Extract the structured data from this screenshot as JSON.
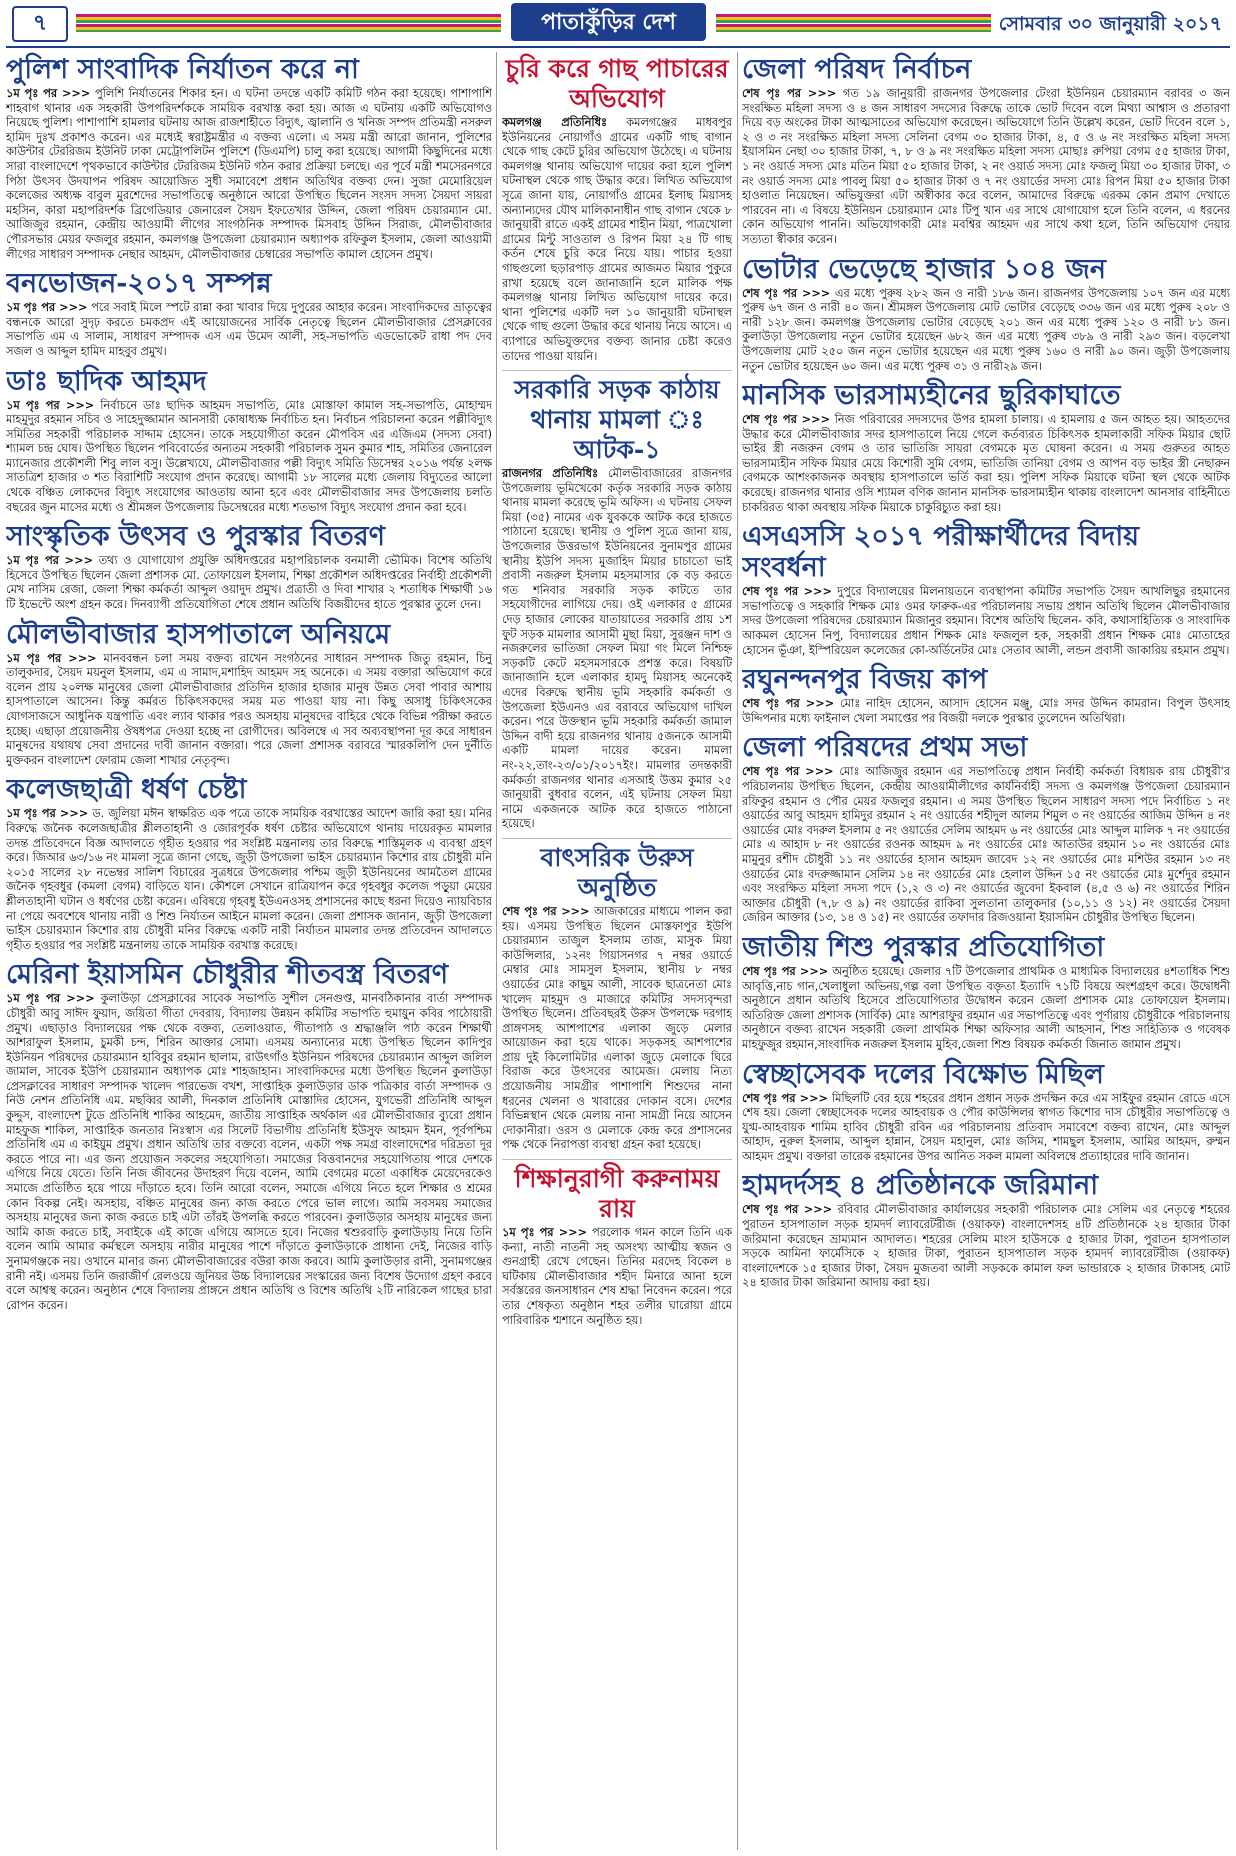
{
  "header": {
    "page_number": "৭",
    "masthead": "পাতাকুঁড়ির দেশ",
    "date": "সোমবার ৩০ জানুয়ারী ২০১৭"
  },
  "col_a": [
    {
      "title": "পুলিশ সাংবাদিক নির্যাতন করে না",
      "lead": "১ম পৃঃ পর >>>",
      "body": "পুলিশি নির্যাতনের শিকার হন। এ ঘটনা তদন্তে একটি কমিটি গঠন করা হয়েছে। পাশাপাশি শাহবাগ থানার এক সহকারী উপপরিদর্শককে সাময়িক বরখাস্ত করা হয়। আজ এ ঘটনায় একটি অভিযোগও নিয়েছে পুলিশ। পাশাপাশি হামলার ঘটনায় আজ রাজশাহীতে বিদ্যুৎ, জ্বালানি ও খনিজ সম্পদ প্রতিমন্ত্রী নসরুল হামিদ দুঃখ প্রকাশও করেন। এর মধ্যেই স্বরাষ্ট্রমন্ত্রীর এ বক্তব্য এলো। এ সময় মন্ত্রী আরো জানান, পুলিশের কাউন্টার টেররিজম ইউনিট ঢাকা মেট্রোপলিটন পুলিশে (ডিএমপি) চালু করা হয়েছে। আগামী কিছুদিনের মধ্যে সারা বাংলাদেশে পৃথকভাবে কাউন্টার টেররিজম ইউনিট গঠন করার প্রক্রিয়া চলছে। এর পূর্বে মন্ত্রী শমসেরনগরে পিঠা উৎসব উদযাপন পরিষদ আয়োজিত সুধী সমাবেশে প্রধান অতিথির বক্তব্য দেন। সুজা মেমোরিয়েল কলেজের অধ্যক্ষ বাবুল মুরশেদের সভাপতিত্বে অনুষ্ঠানে আরো উপস্থিত ছিলেন সংসদ সদস্য সৈয়দা সায়রা মহসিন, কারা মহাপরিদর্শক ব্রিগেডিয়ার জেনারেল সৈয়দ ইফতেখার উদ্দিন, জেলা পরিষদ চেয়ারম্যান মো. আজিজুর রহমান, কেন্দ্রীয় আওয়ামী লীগের সাংগঠনিক সম্পাদক মিসবাহ উদ্দিন সিরাজ, মৌলভীবাজার পৌরসভার মেয়র ফজলুর রহমান, কমলগঞ্জ উপজেলা চেয়ারম্যান অধ্যাপক রফিকুল ইসলাম, জেলা আওয়ামী লীগের সাধারণ সম্পাদক নেছার আহমদ, মৌলভীবাজার চেম্বারের সভাপতি কামাল হোসেন প্রমুখ।"
    },
    {
      "title": "বনভোজন-২০১৭ সম্পন্ন",
      "lead": "১ম পৃঃ পর >>>",
      "body": "পরে সবাই মিলে স্পটে রান্না করা খাবার দিয়ে দুপুরের আহার করেন। সাংবাদিকদের ভ্রাতৃত্বের বন্ধনকে আরো সুদৃঢ় করতে চমকপ্রদ এই আয়োজনের সার্বিক নেতৃত্বে ছিলেন মৌলভীবাজার প্রেসক্লাবের সভাপতি এম এ সালাম, সাধারণ সম্পাদক এস এম উমেদ আলী, সহ-সভাপতি এডভোকেট রাধা পদ দেব সজল ও আব্দুল হামিদ মাহবুব প্রমুখ।"
    },
    {
      "title": "ডাঃ ছাদিক আহমদ",
      "lead": "১ম পৃঃ পর >>>",
      "body": "নির্বাচনে ডাঃ ছাদিক আহমদ সভাপতি, মোঃ মোস্তাফা কামাল সহ-সভাপতি, মোহাম্মদ মাহমুদুর রহমান সচিব ও সাহেদুজ্জামান আনসারী কোষাধ্যক্ষ নির্বাচিত হন। নির্বাচন পরিচালনা করেন পল্লীবিদ্যুৎ সমিতির সহকারী পরিচালক সাদ্দাম হোসেন। তাকে সহযোগীতা করেন মৌপবিস এর এজিএম (সদস্য সেবা) শ্যামল চন্দ্র ঘোষ। উপস্থিত ছিলেন পবিবোর্ডের অন্যতম সহকারী পরিচালক সুমন কুমার শাহ, সমিতির জেনারেল ম্যানেজার প্রকৌশলী শিবু লাল বসু। উল্লেখ্যযে, মৌলভীবাজার পল্লী বিদ্যুৎ সমিতি ডিসেম্বর ২০১৬ পর্যন্ত ২লক্ষ সাতত্রিশ হাজার ৩ শত বিরাশিটি সংযোগ প্রদান করেছে। আগামী ১৮ সালের মধ্যে জেলায় বিদ্যুতের আলো থেকে বঞ্চিত লোকদের বিদ্যুৎ সংযোগের আওতায় আনা হবে এবং মৌলভীবাজার সদর উপজেলায় চলতি বছরের জুন মাসের মধ্যে ও শ্রীমঙ্গল উপজেলায় ডিসেম্বরের মধ্যে শতভাগ বিদ্যুৎ সংযোগ প্রদান করা হবে।"
    },
    {
      "title": "সাংস্কৃতিক উৎসব ও পুরস্কার বিতরণ",
      "lead": "১ম পৃঃ পর >>>",
      "body": "তথ্য ও যোগাযোগ প্রযুক্তি অধিদপ্তরের মহাপরিচালক বনমালী ভৌমিক। বিশেষ অতিথি হিসেবে উপস্থিত ছিলেন জেলা প্রশাসক মো. তোফায়েল ইসলাম, শিক্ষা প্রকৌশল অধিদপ্তরের নির্বাহী প্রকৌশলী মেখ নাসিম রেজা, জেলা শিক্ষা কর্মকর্তা আব্দুল ওয়াদুদ প্রমুখ। প্রত্রাতী ও দিবা শাখার ২ শতাধিক শিক্ষার্থী ১৬ টি ইভেন্টে অংশ গ্রহন করে। দিনব্যাপী প্রতিযোগিতা শেষে প্রধান অতিথি বিজয়ীদের হাতে পুরস্কার তুলে দেন।"
    },
    {
      "title": "মৌলভীবাজার হাসপাতালে অনিয়মে",
      "lead": "১ম পৃঃ পর >>>",
      "body": "মানববন্ধন চলা সময় বক্তব্য রাখেন সংগঠনের সাধারন সম্পাদক জিতু রহমান, চিনু তালুকদার, সৈয়দ ময়নুল ইসলাম, এম এ সামাদ,মশাহিদ আহমদ সহ অনেকে। এ সময় বক্তারা অভিযোগ করে বলেন প্রায় ২০লক্ষ মানুষের জেলা মৌলভীবাজার প্রতিদিন হাজার হাজার মানুষ উন্নত সেবা পাবার আশায় হাসপাতালে আসেন। কিন্তু কর্মরত চিকিৎসকদের সময় মত পাওয়া যায় না। কিছু অসাধু চিকিৎসকের যোগসাজসে আধুনিক যন্ত্রপাতি এবং ল্যাব থাকার পরও অসহায় মানুষদের বাহিরে থেকে বিভিন্ন পরীক্ষা করতে হচ্ছে। এছাড়া প্রয়োজনীয় ঔষধপত্র দেওয়া হচ্ছে না রোগীদের। অবিলম্বে এ সব অব্যবস্থাপনা দূর করে সাধারন মানুষদের যথাযথ সেবা প্রদানের দাবী জানান বক্তারা। পরে জেলা প্রশাসক বরাবরে স্মারকলিপি দেন দুর্নীতি মুক্তকরন বাংলাদেশ ফোরাম জেলা শাখার নেতৃবৃন্দ।"
    },
    {
      "title": "কলেজছাত্রী ধর্ষণ চেষ্টা",
      "lead": "১ম পৃঃ পর >>>",
      "body": "ড. জুলিয়া মঈন স্বাক্ষরিত এক পত্রে তাকে সাময়িক বরখাস্তের আদেশ জারি করা হয়। মনির বিরুদ্ধে জনৈক কলেজছাত্রীর শ্লীলতাহানী ও জোরপূর্বক ধর্ষণ চেষ্টার অভিযোগে থানায় দায়েরকৃত মামলার তদন্ত প্রতিবেদনে বিজ্ঞ আদালতে গৃহীত হওয়ার পর সংশ্লিষ্ট মন্ত্রনালয় তার বিরুদ্ধে শাস্তিমূলক এ ব্যবস্থা গ্রহণ করে। জিআর ৬৩/১৬ নং মামলা সূত্রে জানা গেছে, জুড়ী উপজেলা ভাইস চেয়ারম্যান কিশোর রায় চৌধুরী মনি ২০১৫ সালের ২৮ নভেম্বর সালিশ বিচারের সুত্রধরে উপজেলার পশ্চিম জুড়ী ইউনিয়নের আমতৈল গ্রামের জনৈক গৃহবধুর (কমলা বেগম) বাড়িতে যান। কৌশলে সেখানে রাত্রিযাপন করে গৃহবধুর কলেজ পড়ুয়া মেয়ের শ্লীলতাহানী ঘটান ও ধর্ষণের চেষ্টা করেন। এবিষয়ে গৃহবধু ইউএনওসহ প্রশাসনের কাছে ধরনা দিয়েও ন্যায়বিচার না পেয়ে অবশেষে থানায় নারী ও শিশু নির্যাতন আইনে মামলা করেন। জেলা প্রশাসক জানান, জুড়ী উপজেলা ভাইস চেয়ারম্যান কিশোর রায় চৌধুরী মনির বিরুদ্ধে একটি নারী নির্যাতন মামলার তদন্ত প্রতিবেদন আদালতে গৃহীত হওয়ার পর সংশ্লিষ্ট মন্ত্রনালয় তাকে সাময়িক বরখাস্ত করেছে।"
    },
    {
      "title": "মেরিনা ইয়াসমিন চৌধুরীর শীতবস্ত্র বিতরণ",
      "lead": "১ম পৃঃ পর >>>",
      "body": "কুলাউড়া প্রেসক্লাবের সাবেক সভাপতি সুশীল সেনগুপ্ত, মানবঠিকানার বার্তা সম্পাদক চৌধুরী আবু সাঈদ ফুয়াদ, জয়িতা গীতা দেবরায়, বিদ্যালয় উন্নয়ন কমিটির সভাপতি হুমায়ুন কবির পাঠোয়ারী প্রমুখ। এছাড়াও বিদ্যালয়ের পক্ষ থেকে বক্তব্য, তেলাওয়াত, গীতাপাঠ ও শ্রদ্ধাঞ্জলি পাঠ করেন শিক্ষার্থী আশরাফুল ইসলাম, চুমকী চন্দ, শিরিন আক্তার সোমা। এসময় অন্যান্যের মধ্যে উপস্থিত ছিলেন কাদিপুর ইউনিয়ন পরিষদের চেয়ারম্যান হাবিবুর রহমান ছালাম, রাউৎগাঁও ইউনিয়ন পরিষদের চেয়ারম্যান আব্দুল জলিল জামাল, সাবেক ইউপি চেয়ারম্যান অধ্যাপক মোঃ শাহজাহান। সাংবাদিকদের মধ্যে উপস্থিত ছিলেন কুলাউড়া প্রেসক্লাবের সাধারণ সম্পাদক খালেদ পারভেজ বখশ, সাপ্তাহিক কুলাউড়ার ডাক পত্রিকার বার্তা সম্পাদক ও নিউ নেশন প্রতিনিধি এম. মছব্বির আলী, দিনকাল প্রতিনিধি মোস্তাদির হোসেন, যুগভেরী প্রতিনিধি আব্দুল কুদ্দুস, বাংলাদেশ টুডে প্রতিনিধি শাকির আহমেদ, জাতীয় সাপ্তাহিক অর্থকাল এর মৌলভীবাজার ব্যুরো প্রধান মাহফুজ শাকিল, সাপ্তাহিক জনতার নিঃস্বাস এর সিলেট বিভাগীয় প্রতিনিধি ইউসুফ আহমদ ইমন, পূর্বপশ্চিম প্রতিনিধি এম এ কাইয়ুম প্রমুখ। প্রধান অতিথি তার বক্তব্যে বলেন, একটা পক্ষ সমগ্র বাংলাদেশের দরিদ্রতা দূর করতে পারে না। এর জন্য প্রয়োজন সকলের সহযোগিতা। সমাজের বিত্তবানদের সহযোগিতায় পারে দেশকে এগিয়ে নিয়ে যেতে। তিনি নিজ জীবনের উদাহরণ দিয়ে বলেন, আমি বেগমের মতো একাধিক মেয়েদেরকেও সমাজে প্রতিষ্ঠিত হয়ে পায়ে দাঁড়াতে হবে। তিনি আরো বলেন, সমাজে এগিয়ে নিতে হলে শিক্ষার ও শ্রমের কোন বিকল্প নেই। অসহায়, বঞ্চিত মানুষের জন্য কাজ করতে পেরে ভাল লাগে। আমি সবসময় সমাজের অসহায় মানুষের জন্য কাজ করতে চাই এটা তাঁরই উপলব্ধি করতে পারবেন। কুলাউড়ার অসহায় মানুষের জন্য আমি কাজ করতে চাই, সবাইকে এই কাজে এগিয়ে আসতে হবে। নিজের শ্বশুরবাড়ি কুলাউড়ায় নিয়ে তিনি বলেন আমি আমার কর্মস্থলে অসহায় নারীর মানুষের পাশে দাঁড়াতে কুলাউড়াকে প্রাধান্য দেই, নিজের বাড়ি সুনামগঞ্জকে নয়। ওখানে মানার জন্য মৌলভীবাজারের বউরা কাজ করবে। আমি কুলাউড়ার রানী, সুনামগঞ্জের রানী নই। এসময় তিনি জরাজীর্ণ রেলওয়ে জুনিয়র উচ্চ বিদ্যালয়ের সংস্কারের জন্য বিশেষ উদ্যোগ গ্রহণ করবে বলে আশ্বস্থ করেন। অনুষ্ঠান শেষে বিদ্যালয় প্রাঙ্গনে প্রধান অতিথি ও বিশেষ অতিথি ২টি নারিকেল গাছের চারা রোপন করেন।"
    }
  ],
  "col_b": [
    {
      "title": "চুরি করে গাছ পাচারের অভিযোগ",
      "lead": "কমলগঞ্জ প্রতিনিধিঃ",
      "body": "কমলগঞ্জের মাধবপুর ইউনিয়নের নোয়াগাঁও গ্রামের একটি গাছ বাগান থেকে গাছ কেটে চুরির অভিযোগ উঠেছে। এ ঘটনায় কমলগঞ্জ থানায় অভিযোগ দায়ের করা হলে পুলিশ ঘটনাস্থল থেকে গাছ উদ্ধার করে। লিখিত অভিযোগ সূত্রে জানা যায়, নোয়াগাঁও গ্রামের ইলাছ মিয়াসহ অন্যান্যদের যৌথ মালিকানাধীন গাছ বাগান থেকে ৮ জানুয়ারী রাতে একই গ্রামের শাহীন মিয়া, পাত্রখোলা গ্রামের মিন্টু সাওতাল ও রিপন মিয়া ২৪ টি গাছ কর্তন শেষে চুরি করে নিয়ে যায়। পাচার হওয়া গাছগুলো ছড়ারপাড় গ্রামের আজমত মিয়ার পুকুরে রাখা হয়েছে বলে জানাজানি হলে মালিক পক্ষ কমলগঞ্জ থানায় লিখিত অভিযোগ দায়ের করে। থানা পুলিশের একটি দল ১০ জানুয়ারী ঘটনাস্থল থেকে গাছ গুলো উদ্ধার করে থানায় নিয়ে আসে। এ ব্যাপারে অভিযুক্তদের বক্তব্য জানার চেষ্টা করেও তাদের পাওয়া যায়নি।"
    },
    {
      "title": "সরকারি সড়ক কাঠায় থানায় মামলা ঃ আটক-১",
      "lead": "রাজনগর প্রতিনিধিঃ",
      "body": "মৌলভীবাজারের রাজনগর উপজেলায় ভূমিখেকো কর্তৃক সরকারি সড়ক কাঠায় থানায় মামলা করেছে ভূমি অফিস। এ ঘটনায় সেফল মিয়া (৩৫) নামের এক যুবককে আটক করে হাজতে পাঠানো হয়েছে। স্থানীয় ও পুলিশ সূত্রে জানা যায়, উপজেলার উত্তরভাগ ইউনিয়নের সুনামপুর গ্রামের স্থানীয় ইউপি সদস্য মুজাহিদ মিয়ার চাচাতো ভাই প্রবাসী নজরুল ইসলাম মহসমাসার কে বড় করতে গত শনিবার সরকারি সড়ক কাটতে তার সহযোগীদের লাগিয়ে দেয়। ওই এলাকার ৫ গ্রামের দেড় হাজার লোকের যাতায়াতের সরকারি প্রায় ১শ ফুট সড়ক মামলার আসামী মুছা মিয়া, সুরঞ্জন দাশ ও নজরুলের ভাতিজা সেফল মিয়া গং মিলে নিশ্চিহ্ন সড়কটি কেটে মহসমসারকে প্রশস্ত করে। বিষয়টি জানাজানি হলে এলাকার হামদু মিয়াসহ অনেকেই এদের বিরুদ্ধে স্থানীয় ভূমি সহকারি কর্মকর্তা ও উপজেলা ইউএনও এর বরাবরে অভিযোগ দাখিল করেন। পরে উক্তস্থান ভূমি সহকারি কর্মকর্তা জামাল উদ্দিন বাদী হয়ে রাজনগর থানায় ৫জনকে আসামী একটি মামলা দায়ের করেন। মামলা নং-২২,তাং-২৩/০১/২০১৭ইং। মামলার তদন্তকারী কর্মকর্তা রাজনগর থানার এসআই উত্তম কুমার ২৫ জানুয়ারী বুধবার বলেন, এই ঘটনায় সেফল মিয়া নামে একজনকে আটক করে হাজতে পাঠানো হয়েছে।"
    },
    {
      "title": "বাৎসরিক উরুস অনুষ্ঠিত",
      "lead": "শেষ পৃঃ পর >>>",
      "body": "আজকারের মাধ্যমে পালন করা হয়। এসময় উপস্থিত ছিলেন মোস্তফাপুর ইউপি চেয়ারম্যান তাজুল ইসলাম তাজ, মাসুক মিয়া কাউন্সিলার, ১২নং গিয়াসনগর ৭ নম্বর ওয়ার্ডে মেম্বার মোঃ সামসুল ইসলাম, স্থানীয় ৮ নম্বর ওয়ার্ডের মোঃ কাছুম আলী, সাবেক ছাত্রনেতা মোঃ খালেদ মাহমুদ ও মাজারে কমিটির সদস্যবৃন্দরা উপস্থিত ছিলেন। প্রতিবছরই উরুস উপলক্ষে দরগাহ প্রাঙ্গণসহ আশপাশের এলাকা জুড়ে মেলার আয়োজন করা হয়ে থাকে। সড়কসহ আশপাশের প্রায় দুই কিলোমিটার এলাকা জুড়ে মেলাকে ঘিরে বিরাজ করে উৎসবের আমেজ। মেলায় নিত্য প্রয়োজনীয় সামগ্রীর পাশাপাশি শিশুদের নানা ধরনের খেলনা ও খাবারের দোকান বসে। দেশের বিভিন্নস্থান থেকে মেলায় নানা সামগ্রী নিয়ে আসেন দোকানীরা। ওরস ও মেলাকে কেন্দ্র করে প্রশাসনের পক্ষ থেকে নিরাপত্তা ব্যবস্থা গ্রহন করা হয়েছে।"
    },
    {
      "title": "শিক্ষানুরাগী করুনাময় রায়",
      "lead": "১ম পৃঃ পর >>>",
      "body": "পরলোক গমন কালে তিনি এক কন্যা, নাতী নাতনী সহ অসংখ্য আত্মীয় স্বজন ও গুনগ্রাহী রেখে গেছেন। তিনির মরদেহ বিকেল ৪ ঘটিকায় মৌলভীবাজার শহীদ মিনারে আনা হলে সর্বস্তরের জনসাধারন শেষ শ্রদ্ধা নিবেদন করেন। পরে তার শেষকৃত্য অনুষ্ঠান শহর তলীর ঘারোয়া গ্রামে পারিবারিক শ্মশানে অনুষ্ঠিত হয়।"
    }
  ],
  "col_c": [
    {
      "title": "জেলা পরিষদ নির্বাচন",
      "lead": "শেষ পৃঃ পর >>>",
      "body": "গত ১৯ জানুয়ারী রাজনগর উপজেলার টেংরা ইউনিয়ন চেয়ারম্যান বরাবর ৩ জন সংরক্ষিত মহিলা সদস্য ও ৪ জন সাধারণ সদস্যের বিরুদ্ধে তাকে ভোট দিবেন বলে মিথ্যা আশ্বাস ও প্রতারণা দিয়ে বড় অংকের টাকা আত্মসাতের অভিযোগ করেছেন। অভিযোগে তিনি উল্লেখ করেন, ভোট দিবেন বলে ১, ২ ও ৩ নং সংরক্ষিত মহিলা সদস্য সেলিনা বেগম ৩০ হাজার টাকা, ৪, ৫ ও ৬ নং সংরক্ষিত মহিলা সদস্য ইয়াসমিন নেছা ৩০ হাজার টাকা, ৭, ৮ ও ৯ নং সংরক্ষিত মহিলা সদস্য মোছাঃ রুপিয়া বেগম ৫৫ হাজার টাকা, ১ নং ওয়ার্ড সদস্য মোঃ মতিন মিয়া ৫০ হাজার টাকা, ২ নং ওয়ার্ড সদস্য মোঃ ফজলু মিয়া ৩০ হাজার টাকা, ৩ নং ওয়ার্ড সদস্য মোঃ পাবলু মিয়া ৫০ হাজার টাকা ও ৭ নং ওয়ার্ডের সদস্য মোঃ রিপন মিয়া ৫০ হাজার টাকা হাওলাত নিয়েছেন। অভিযুক্তরা এটা অস্বীকার করে বলেন, আমাদের বিরুদ্ধে এরকম কোন প্রমাণ দেখাতে পারবেন না। এ বিষয়ে ইউনিয়ন চেয়ারম্যান মোঃ টিপু খান এর সাথে যোগাযোগ হলে তিনি বলেন, এ ধরনের কোন অভিযোগ পাননি। অভিযোগকারী মোঃ মবশ্বির আহমদ এর সাথে কথা হলে, তিনি অভিযোগ দেয়ার সত্যতা স্বীকার করেন।"
    },
    {
      "title": "ভোটার ভেড়েছে হাজার ১০৪ জন",
      "lead": "শেষ পৃঃ পর >>>",
      "body": "এর মধ্যে পুরুষ ২৮২ জন ও নারী ১৮৬ জন। রাজনগর উপজেলায় ১০৭ জন এর মধ্যে পুরুষ ৬৭ জন ও নারী ৪০ জন। শ্রীমঙ্গল উপজেলায় মোট ভোটার বেড়েছে ৩৩৬ জন এর মধ্যে পুরুষ ২০৮ ও নারী ১২৮ জন। কমলগঞ্জ উপজেলায় ভোটার বেড়েছে ২০১ জন এর মধ্যে পুরুষ ১২০ ও নারী ৮১ জন। কুলাউড়া উপজেলায় নতুন ভোটার হয়েছেন ৬৮২ জন এর মধ্যে পুরুষ ৩৮৯ ও নারী ২৯৩ জন। বড়লেখা উপজেলায় মোট ২৫০ জন নতুন ভোটার হয়েছেন এর মধ্যে পুরুষ ১৬০ ও নারী ৯০ জন। জুড়ী উপজেলায় নতুন ভোটার হয়েছেন ৬০ জন। এর মধ্যে পুরুষ ৩১ ও নারী২৯ জন।"
    },
    {
      "title": "মানসিক ভারসাম্যহীনের ছুরিকাঘাতে",
      "lead": "শেষ পৃঃ পর >>>",
      "body": "নিজ পরিবারের সদস্যদের উপর হামলা চালায়। এ হামলায় ৫ জন আহত হয়। আহতদের উদ্ধার করে মৌলভীবাজার সদর হাসপাতালে নিয়ে গেলে কর্তব্যরত চিকিৎসক হামলাকারী সফিক মিয়ার ছোট ভাইর স্ত্রী নজরুন বেগম ও তার ভাতিজি সায়রা বেগমকে মৃত ঘোষনা করেন। এ সময় গুরুতর আহত ভারসাম্যহীন সফিক মিয়ার মেয়ে কিশোরী সুমি বেগম, ভাতিজি তানিয়া বেগম ও আপন বড় ভাইর স্ত্রী নেছারুন বেগমকে আশংকাজনক অবস্থায় হাসপাতালে ভর্তি করা হয়। পুলিশ সফিক মিয়াকে ঘটনা স্থল থেকে আটক করেছে। রাজনগর থানার ওসি শ্যামল বণিক জানান মানসিক ভারসাম্যহীন থাকায় বাংলাদেশ আনসার বাহিনীতে চাকরিরত থাকা অবস্থায় সফিক মিয়াকে চাকুরিচ্যুত করা হয়।"
    },
    {
      "title": "এসএসসি ২০১৭ পরীক্ষার্থীদের বিদায় সংবর্ধনা",
      "lead": "শেষ পৃঃ পর >>>",
      "body": "দুপুরে বিদ্যালয়ের মিলনায়তনে ব্যবস্থাপনা কমিটির সভাপতি সৈয়দ আখলিছুর রহমানের সভাপতিত্বে ও সহকারি শিক্ষক মোঃ ওমর ফারুক-এর পরিচালনায় সভায় প্রধান অতিথি ছিলেন মৌলভীবাজার সদর উপজেলা পরিষদের চেয়ারম্যান মিজানুর রহমান। বিশেষ অতিথি ছিলেন- কবি, কথাসাহিত্যিক ও সাংবাদিক আকমল হোসেন নিপু, বিদ্যালয়ের প্রধান শিক্ষক মোঃ ফজলুল হক, সহকারী প্রধান শিক্ষক মোঃ মোতাহের হোসেন ভূঁঞা, ইস্পিরিয়েল কলেজের কো-অর্ডিনেটর মোঃ সেতাব আলী, লন্ডন প্রবাসী জাকারিয় রহমান প্রমুখ।"
    },
    {
      "title": "রঘুনন্দনপুর বিজয় কাপ",
      "lead": "শেষ পৃঃ পর >>>",
      "body": "মোঃ নাহিদ হোসেন, আসাদ হোসেন মঞ্জু, মোঃ সদর উদ্দিন কামরান। বিপুল উৎসাহ উদ্দিপনার মধ্যে ফাইনাল খেলা সমাপ্তের পর বিজয়ী দলকে পুরস্কার তুলেদেন অতিথিরা।"
    },
    {
      "title": "জেলা পরিষদের প্রথম সভা",
      "lead": "শেষ পৃঃ পর >>>",
      "body": "মোঃ আজিজুর রহমান এর সভাপতিত্বে প্রধান নির্বাহী কর্মকর্তা বিধায়ক রায় চৌধুরী'র পরিচালনায় উপস্থিত ছিলেন, কেন্দ্রীয় আওয়ামীলীগের কার্যনির্বাহী সদস্য ও কমলগঞ্জ উপজেলা চেয়ারম্যান রফিকুর রহমান ও পৌর মেয়র ফজলুর রহমান। এ সময় উপস্থিত ছিলেন সাধারণ সদস্য পদে নির্বাচিত ১ নং ওয়ার্ডের আবু আহমদ হামিদুর রহমান ২ নং ওয়ার্ডের শহীদুল আলম শিমুল ৩ নং ওয়ার্ডের আজিম উদ্দিন ৪ নং ওয়ার্ডের মোঃ বদরুল ইসলাম ৫ নং ওয়ার্ডের সেলিম আহমদ ৬ নং ওয়ার্ডের মোঃ আব্দুল মালিক ৭ নং ওয়ার্ডের মোঃ এ আহাদ ৮ নং ওয়ার্ডের রওনক আহমদ ৯ নং ওয়ার্ডের মোঃ আতাউর রহমান ১০ নং ওয়ার্ডের মোঃ মামুনুর রশীদ চৌধুরী ১১ নং ওয়ার্ডের হাসান আহমদ জাবেদ ১২ নং ওয়ার্ডের মোঃ মশিউর রহমান ১৩ নং ওয়ার্ডের মোঃ বদরুজ্জামান সেলিম ১৪ নং ওয়ার্ডের মোঃ হেলাল উদ্দিন ১৫ নং ওয়ার্ডের মোঃ মুর্শেদুর রহমান এবং সংরক্ষিত মহিলা সদস্য পদে (১,২ ও ৩) নং ওয়ার্ডের জুবেদা ইকবাল (৪,৫ ও ৬) নং ওয়ার্ডের শিরিন আক্তার চৌধুরী (৭,৮ ও ৯) নং ওয়ার্ডের রাকিবা সুলতানা তালুকদার (১০,১১ ও ১২) নং ওয়ার্ডের সৈয়দা জেরিন আক্তার (১৩, ১৪ ও ১৫) নং ওয়ার্ডের তফাদার রিজওয়ানা ইয়াসমিন চৌধুরীর উপস্থিত ছিলেন।"
    },
    {
      "title": "জাতীয় শিশু পুরস্কার প্রতিযোগিতা",
      "lead": "শেষ পৃঃ পর >>>",
      "body": "অনুষ্ঠিত হয়েছে। জেলার ৭টি উপজেলার প্রাথমিক ও মাধ্যমিক বিদ্যালয়ের ৪শতাধিক শিশু আবৃত্তি,নাচ গান,খেলাধুলা অভিনয়,গল্প বলা উপস্থিত বক্তৃতা ইত্যাদি ৭১টি বিষয়ে অংশগ্রহণ করে। উদ্বোধনী অনুষ্ঠানে প্রধান অতিথি হিসেবে প্রতিযোগিতার উদ্বোধন করেন জেলা প্রশাসক মোঃ তোফায়েল ইসলাম। অতিরিক্ত জেলা প্রশাসক (সার্বিক) মোঃ আশরাফুর রহমান এর সভাপতিত্বে এবং পূর্ণারায় চৌধুরীকে পরিচালনায় অনুষ্ঠানে বক্তব্য রাখেন সহকারী জেলা প্রাথমিক শিক্ষা অফিসার আলী আহসান, শিশু সাহিত্যিক ও গবেষক মাহফুজুর রহমান,সাংবাদিক নজরুল ইসলাম মুহিব,জেলা শিশু বিষয়ক কর্মকর্তা জিনাত জামান প্রমুখ।"
    },
    {
      "title": "স্বেচ্ছাসেবক দলের বিক্ষোভ মিছিল",
      "lead": "শেষ পৃঃ পর >>>",
      "body": "মিছিলটি বের হয়ে শহরের প্রধান প্রধান সড়ক প্রদক্ষিন করে এম সাইফুর রহমান রোডে এসে শেষ হয়। জেলা স্বেচ্ছাসেবক দলের আহবায়ক ও পৌর কাউন্সিলর স্বাগত কিশোর দাস চৌধুরীর সভাপতিত্বে ও যুগ্ম-আহবায়ক শামিম হাবিব চৌধুরী রবিন এর পরিচালনায় প্রতিবাদ সমাবেশে বক্তব্য রাখেন, মোঃ আব্দুল আহাদ, নুরুল ইসলাম, আব্দুল হান্নান, সৈয়দ মহানুল, মোঃ জসিম, শামছুল ইসলাম, আমির আহমদ, রুম্মন আহমদ প্রমুখ। বক্তারা তারেক রহমানের উপর আনিত সকল মামলা অবিলম্বে প্রত্যাহারের দাবি জানান।"
    },
    {
      "title": "হামদর্দসহ ৪ প্রতিষ্ঠানকে জরিমানা",
      "lead": "শেষ পৃঃ পর >>>",
      "body": "রবিবার মৌলভীবাজার কার্যালয়ের সহকারী পরিচালক মোঃ সেলিম এর নেতৃত্বে শহরের পুরাতন হাসপাতাল সড়ক হামদর্দ ল্যাবরেটরীজ (ওয়াকফ) বাংলাদেশসহ ৪টি প্রতিষ্ঠানকে ২৪ হাজার টাকা জরিমানা করেছেন ভ্রাম্যমান আদালত। শহরের সেলিম মাংস হাউসকে ৫ হাজার টাকা, পুরাতন হাসপাতাল সড়কে আমিনা ফার্মেসিকে ২ হাজার টাকা, পুরাতন হাসপাতাল সড়ক হামদর্দ ল্যাবরেটরীজ (ওয়াকফ) বাংলাদেশকে ১৫ হাজার টাকা, সৈয়দ মুজতবা আলী সড়ককে কামাল ফল ভান্ডারকে ২ হাজার টাকাসহ মোট ২৪ হাজার টাকা জরিমানা আদায় করা হয়।"
    }
  ]
}
